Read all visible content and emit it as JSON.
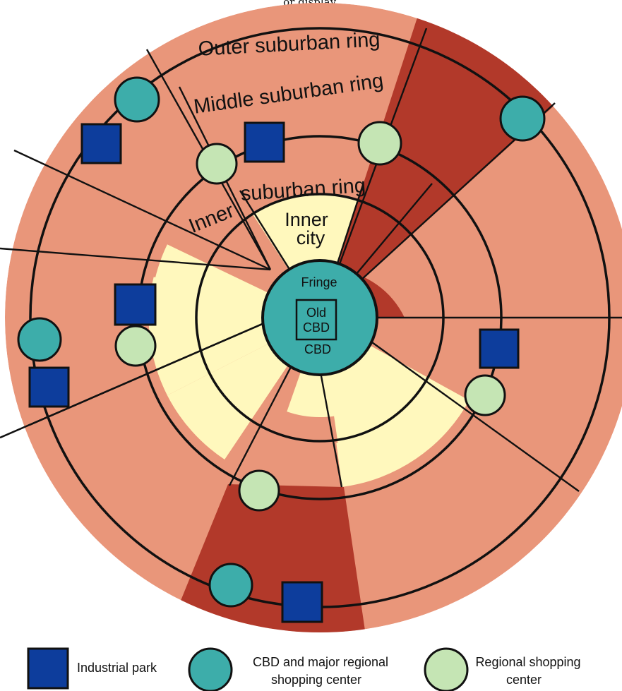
{
  "caption": "or display.",
  "rings": {
    "outer": "Outer suburban ring",
    "middle": "Middle suburban ring",
    "inner_left": "Inner",
    "inner_right": "suburban ring"
  },
  "inner_city": {
    "line1": "Inner",
    "line2": "city"
  },
  "center": {
    "fringe": "Fringe",
    "old_cbd_line1": "Old",
    "old_cbd_line2": "CBD",
    "cbd": "CBD"
  },
  "legend": {
    "industrial_park": "Industrial park",
    "cbd_regional_line1": "CBD and major regional",
    "cbd_regional_line2": "shopping center",
    "regional_line1": "Regional shopping",
    "regional_line2": "center"
  },
  "colors": {
    "suburb": "#E9967A",
    "inner_city": "#FFF8BD",
    "corridor": "#B2392A",
    "cbd": "#3DADAA",
    "industrial": "#0D3D9C",
    "regional_shopping": "#C5E5B4",
    "line": "#111111"
  }
}
